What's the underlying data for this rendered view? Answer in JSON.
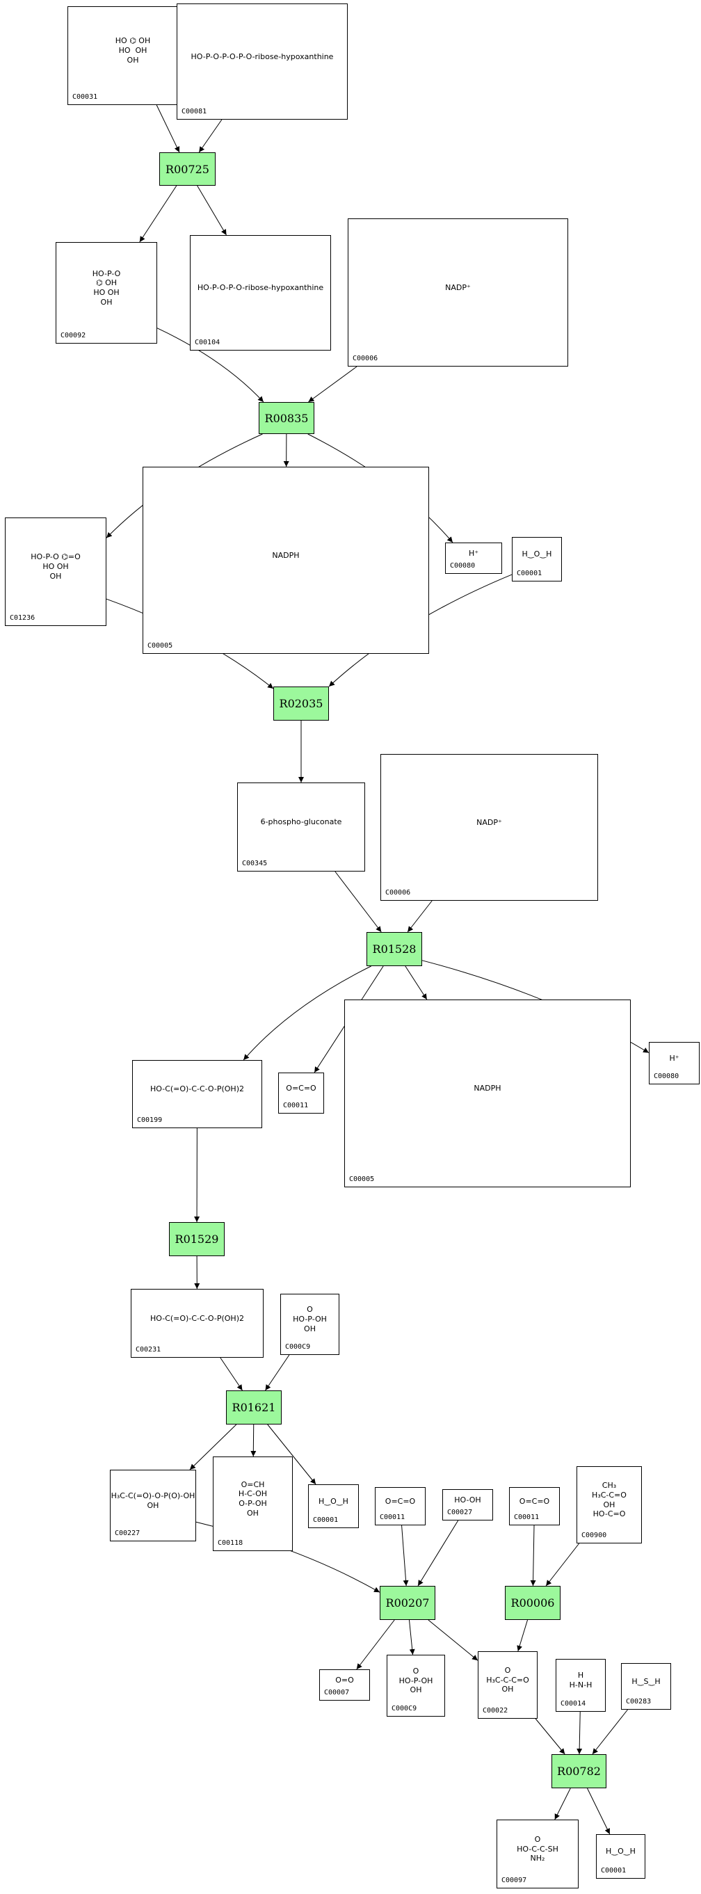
{
  "diagram": {
    "reaction_color": "#9cf89c",
    "reactions": [
      {
        "id": "R00725",
        "label": "R00725"
      },
      {
        "id": "R00835",
        "label": "R00835"
      },
      {
        "id": "R02035",
        "label": "R02035"
      },
      {
        "id": "R01528",
        "label": "R01528"
      },
      {
        "id": "R01529",
        "label": "R01529"
      },
      {
        "id": "R01621",
        "label": "R01621"
      },
      {
        "id": "R00207",
        "label": "R00207"
      },
      {
        "id": "R00006",
        "label": "R00006"
      },
      {
        "id": "R00782",
        "label": "R00782"
      }
    ],
    "compounds": [
      {
        "key": "c00031",
        "label": "C00031",
        "structure": "HO ⌬ OH\nHO  OH\nOH"
      },
      {
        "key": "c00081",
        "label": "C00081",
        "structure": "HO-P-O-P-O-P-O-ribose-hypoxanthine"
      },
      {
        "key": "c00092",
        "label": "C00092",
        "structure": "HO-P-O\n⌬ OH\nHO OH\nOH"
      },
      {
        "key": "c00104",
        "label": "C00104",
        "structure": "HO-P-O-P-O-ribose-hypoxanthine"
      },
      {
        "key": "c00006a",
        "label": "C00006",
        "structure": "NADP⁺"
      },
      {
        "key": "c01236",
        "label": "C01236",
        "structure": "HO-P-O ⌬=O\nHO OH\nOH"
      },
      {
        "key": "c00005a",
        "label": "C00005",
        "structure": "NADPH"
      },
      {
        "key": "c00080a",
        "label": "C00080",
        "structure": "H⁺"
      },
      {
        "key": "c00001a",
        "label": "C00001",
        "structure": "H‿O‿H"
      },
      {
        "key": "c00345",
        "label": "C00345",
        "structure": "6-phospho-gluconate"
      },
      {
        "key": "c00006b",
        "label": "C00006",
        "structure": "NADP⁺"
      },
      {
        "key": "c00199",
        "label": "C00199",
        "structure": "HO-C(=O)-C-C-O-P(OH)2"
      },
      {
        "key": "c00011a",
        "label": "C00011",
        "structure": "O=C=O"
      },
      {
        "key": "c00005b",
        "label": "C00005",
        "structure": "NADPH"
      },
      {
        "key": "c00080b",
        "label": "C00080",
        "structure": "H⁺"
      },
      {
        "key": "c00231",
        "label": "C00231",
        "structure": "HO-C(=O)-C-C-O-P(OH)2"
      },
      {
        "key": "c00009a",
        "label": "C000C9",
        "structure": "O\nHO-P-OH\nOH"
      },
      {
        "key": "c00227",
        "label": "C00227",
        "structure": "H₃C-C(=O)-O-P(O)-OH\nOH"
      },
      {
        "key": "c00118",
        "label": "C00118",
        "structure": "O=CH\nH-C-OH\nO-P-OH\nOH"
      },
      {
        "key": "c00001b",
        "label": "C00001",
        "structure": "H‿O‿H"
      },
      {
        "key": "c00011b",
        "label": "C00011",
        "structure": "O=C=O"
      },
      {
        "key": "c00027",
        "label": "C00027",
        "structure": "HO-OH"
      },
      {
        "key": "c00011c",
        "label": "C00011",
        "structure": "O=C=O"
      },
      {
        "key": "c00900",
        "label": "C00900",
        "structure": "CH₃\nH₃C-C=O\nOH\nHO-C=O"
      },
      {
        "key": "c00007",
        "label": "C00007",
        "structure": "O=O"
      },
      {
        "key": "c00009b",
        "label": "C000C9",
        "structure": "O\nHO-P-OH\nOH"
      },
      {
        "key": "c00022",
        "label": "C00022",
        "structure": "O\nH₃C-C-C=O\nOH"
      },
      {
        "key": "c00014",
        "label": "C00014",
        "structure": "H\nH-N-H"
      },
      {
        "key": "c00283",
        "label": "C00283",
        "structure": "H‿S‿H"
      },
      {
        "key": "c00097",
        "label": "C00097",
        "structure": "O\nHO-C-C-SH\nNH₂"
      },
      {
        "key": "c00001c",
        "label": "C00001",
        "structure": "H‿O‿H"
      }
    ],
    "edges": [
      [
        "c00031",
        "R00725"
      ],
      [
        "c00081",
        "R00725"
      ],
      [
        "R00725",
        "c00092"
      ],
      [
        "R00725",
        "c00104"
      ],
      [
        "c00092",
        "R00835"
      ],
      [
        "c00006a",
        "R00835"
      ],
      [
        "R00835",
        "c01236"
      ],
      [
        "R00835",
        "c00005a"
      ],
      [
        "R00835",
        "c00080a"
      ],
      [
        "c01236",
        "R02035"
      ],
      [
        "c00001a",
        "R02035"
      ],
      [
        "R02035",
        "c00345"
      ],
      [
        "c00345",
        "R01528"
      ],
      [
        "c00006b",
        "R01528"
      ],
      [
        "R01528",
        "c00199"
      ],
      [
        "R01528",
        "c00011a"
      ],
      [
        "R01528",
        "c00005b"
      ],
      [
        "R01528",
        "c00080b"
      ],
      [
        "c00199",
        "R01529"
      ],
      [
        "R01529",
        "c00231"
      ],
      [
        "c00231",
        "R01621"
      ],
      [
        "c00009a",
        "R01621"
      ],
      [
        "R01621",
        "c00227"
      ],
      [
        "R01621",
        "c00118"
      ],
      [
        "R01621",
        "c00001b"
      ],
      [
        "c00227",
        "R00207"
      ],
      [
        "c00011b",
        "R00207"
      ],
      [
        "c00027",
        "R00207"
      ],
      [
        "c00011c",
        "R00006"
      ],
      [
        "c00900",
        "R00006"
      ],
      [
        "R00207",
        "c00007"
      ],
      [
        "R00207",
        "c00009b"
      ],
      [
        "R00207",
        "c00022"
      ],
      [
        "R00006",
        "c00022"
      ],
      [
        "c00022",
        "R00782"
      ],
      [
        "c00014",
        "R00782"
      ],
      [
        "c00283",
        "R00782"
      ],
      [
        "R00782",
        "c00097"
      ],
      [
        "R00782",
        "c00001c"
      ]
    ]
  }
}
